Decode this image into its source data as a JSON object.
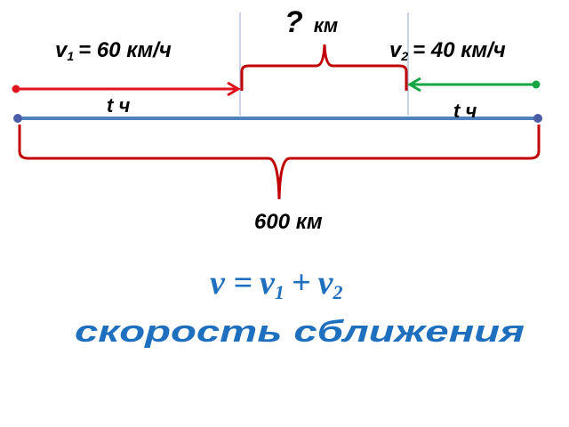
{
  "labels": {
    "unknown_distance": {
      "mark": "?",
      "unit": "км"
    },
    "v1": {
      "symbol": "v",
      "subscript": "1",
      "value": "= 60 км/ч"
    },
    "v2": {
      "symbol": "v",
      "subscript": "2",
      "value": "= 40 км/ч"
    },
    "t_left": "t ч",
    "t_right": "t ч",
    "total_distance": "600 км"
  },
  "formula": {
    "lhs": "v =",
    "term1_symbol": "v",
    "term1_subscript": "1",
    "plus": "+",
    "term2_symbol": "v",
    "term2_subscript": "2"
  },
  "caption": "скорость сближения",
  "colors": {
    "main_line": "#4f81bd",
    "left_arrow": "#e0141e",
    "right_arrow": "#17a646",
    "brace": "#c00000",
    "marker_line": "#a6b8d6",
    "point": "#4a5ea8",
    "formula_text": "#1f6fbf"
  }
}
